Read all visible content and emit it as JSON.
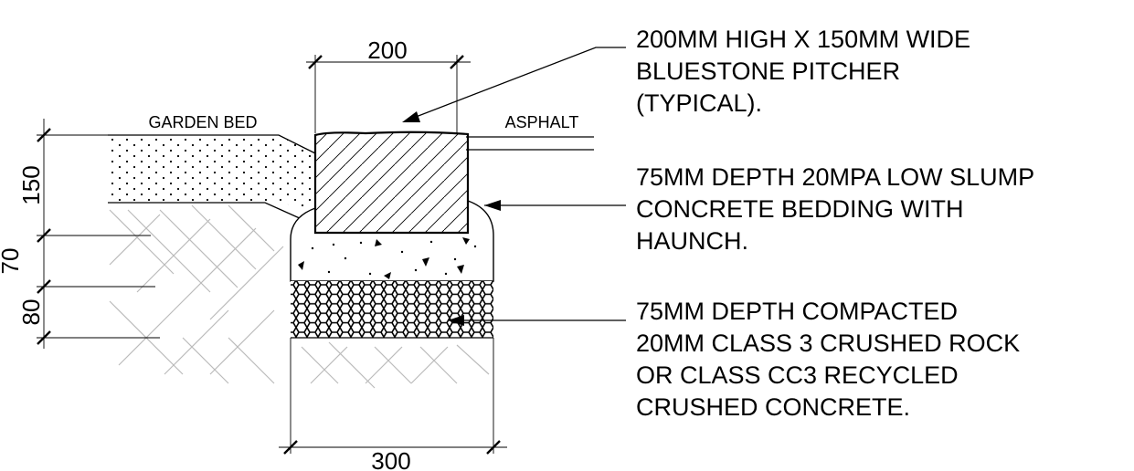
{
  "dimensions": {
    "top_width": "200",
    "bottom_width": "300",
    "left_150": "150",
    "left_70": "70",
    "left_80": "80"
  },
  "labels": {
    "garden_bed": "GARDEN BED",
    "asphalt": "ASPHALT"
  },
  "notes": {
    "pitcher": [
      "200MM HIGH X 150MM WIDE",
      "BLUESTONE PITCHER",
      "(TYPICAL)."
    ],
    "bedding": [
      "75MM DEPTH 20MPA LOW SLUMP",
      "CONCRETE BEDDING WITH",
      "HAUNCH."
    ],
    "rock": [
      "75MM DEPTH COMPACTED",
      "20MM CLASS 3 CRUSHED ROCK",
      "OR CLASS CC3 RECYCLED",
      "CRUSHED CONCRETE."
    ]
  }
}
